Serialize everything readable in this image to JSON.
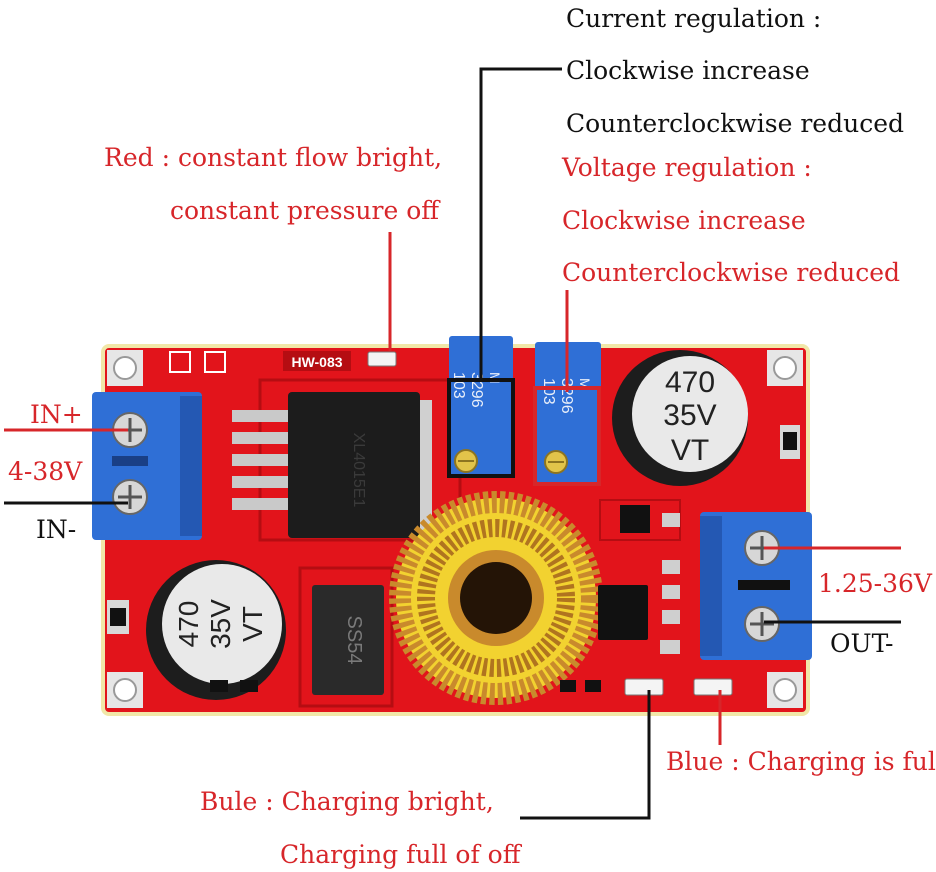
{
  "colors": {
    "pcb": "#e2141b",
    "pcb_dark": "#b50d12",
    "annotation_red": "#d7262a",
    "annotation_black": "#111111",
    "terminal_blue": "#2f6fd6",
    "coil_copper": "#c98a2c",
    "coil_core": "#f2d230",
    "cap_body": "#1d1d1d",
    "cap_top": "#e9e9e9"
  },
  "board": {
    "model": "HW-083",
    "cap_upper": {
      "line1": "470",
      "line2": "35V",
      "line3": "VT"
    },
    "cap_lower": {
      "line1": "470",
      "line2": "35V",
      "line3": "VT"
    },
    "diode": "SS54",
    "pot_current": {
      "line1": "3296",
      "line2": "103",
      "line3": "M"
    },
    "pot_voltage": {
      "line1": "3296",
      "line2": "103",
      "line3": "M"
    },
    "chip": "XL4015E1"
  },
  "annotations": {
    "current": {
      "title": "Current regulation :",
      "line1": "Clockwise increase",
      "line2": "Counterclockwise reduced"
    },
    "voltage": {
      "title": "Voltage regulation :",
      "line1": "Clockwise increase",
      "line2": "Counterclockwise reduced"
    },
    "red_led": {
      "line1": "Red : constant flow bright,",
      "line2": "constant pressure off"
    },
    "in_plus": "IN+",
    "in_voltage": "4-38V",
    "in_minus": "IN-",
    "out_voltage": "1.25-36V",
    "out_minus": "OUT-",
    "blue_led": "Blue : Charging is full",
    "bule_led": {
      "line1": "Bule : Charging bright,",
      "line2": "Charging full of off"
    }
  }
}
